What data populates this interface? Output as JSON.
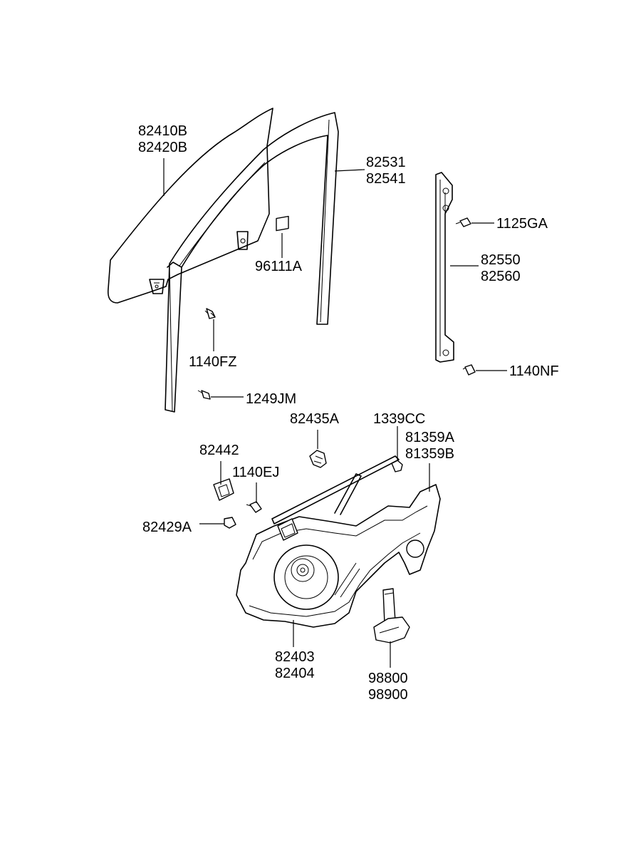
{
  "labels": {
    "glass": [
      "82410B",
      "82420B"
    ],
    "channel_front": [
      "82531",
      "82541"
    ],
    "channel_rear": [
      "82550",
      "82560"
    ],
    "bolt_rear_top": "1125GA",
    "sticker": "96111A",
    "bolt_front": "1140FZ",
    "bolt_rear_bottom": "1140NF",
    "screw_front": "1249JM",
    "clip": "82435A",
    "nut": "1339CC",
    "bracket_rear": [
      "81359A",
      "81359B"
    ],
    "retainer": "82442",
    "bolt_regulator": "1140EJ",
    "grommet": "82429A",
    "regulator": [
      "82403",
      "82404"
    ],
    "motor": [
      "98800",
      "98900"
    ]
  }
}
